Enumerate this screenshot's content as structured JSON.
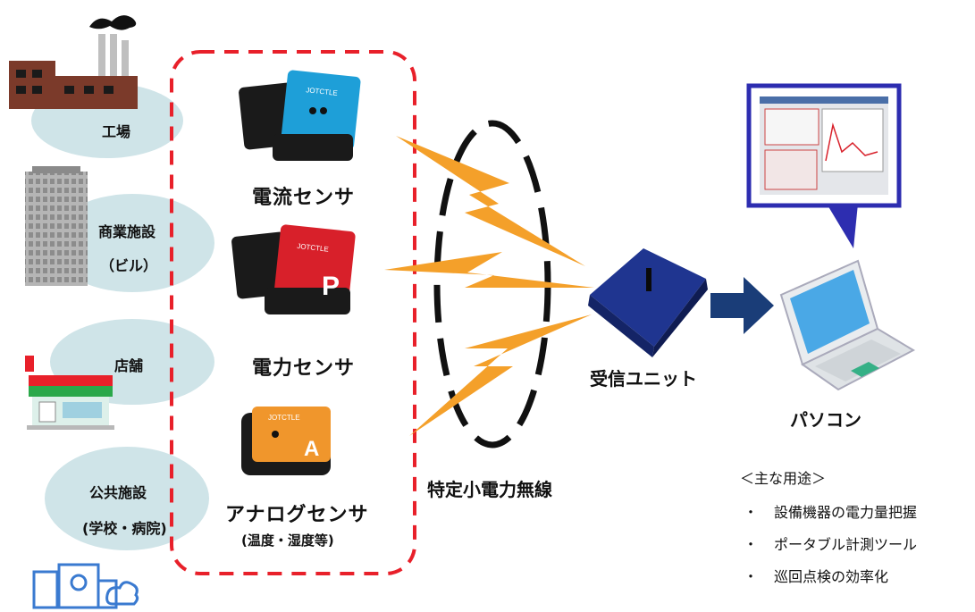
{
  "locations": [
    {
      "name": "工場"
    },
    {
      "name": "商業施設",
      "sub": "（ビル）"
    },
    {
      "name": "店舗"
    },
    {
      "name": "公共施設",
      "sub": "(学校・病院)"
    }
  ],
  "sensors": [
    {
      "name": "電流センサ",
      "device_label": "JOTCTLE",
      "color": "#1e9fd8"
    },
    {
      "name": "電力センサ",
      "device_label": "JOTCTLE",
      "color": "#d8202a"
    },
    {
      "name": "アナログセンサ",
      "sub": "(温度・湿度等)",
      "device_label": "JOTCTLE",
      "color": "#f0962c"
    }
  ],
  "wireless_label": "特定小電力無線",
  "receiver": {
    "name": "受信ユニット",
    "color": "#1f3590"
  },
  "computer": {
    "name": "パソコン"
  },
  "uses": {
    "title": "＜主な用途＞",
    "bullet": "・",
    "items": [
      "設備機器の電力量把握",
      "ポータブル計測ツール",
      "巡回点検の効率化"
    ]
  },
  "colors": {
    "ellipse": "#cfe4e8",
    "dashed_box": "#e8202a",
    "bolt": "#f4a02a",
    "arrow": "#1a3d78",
    "callout": "#2d2db0"
  }
}
